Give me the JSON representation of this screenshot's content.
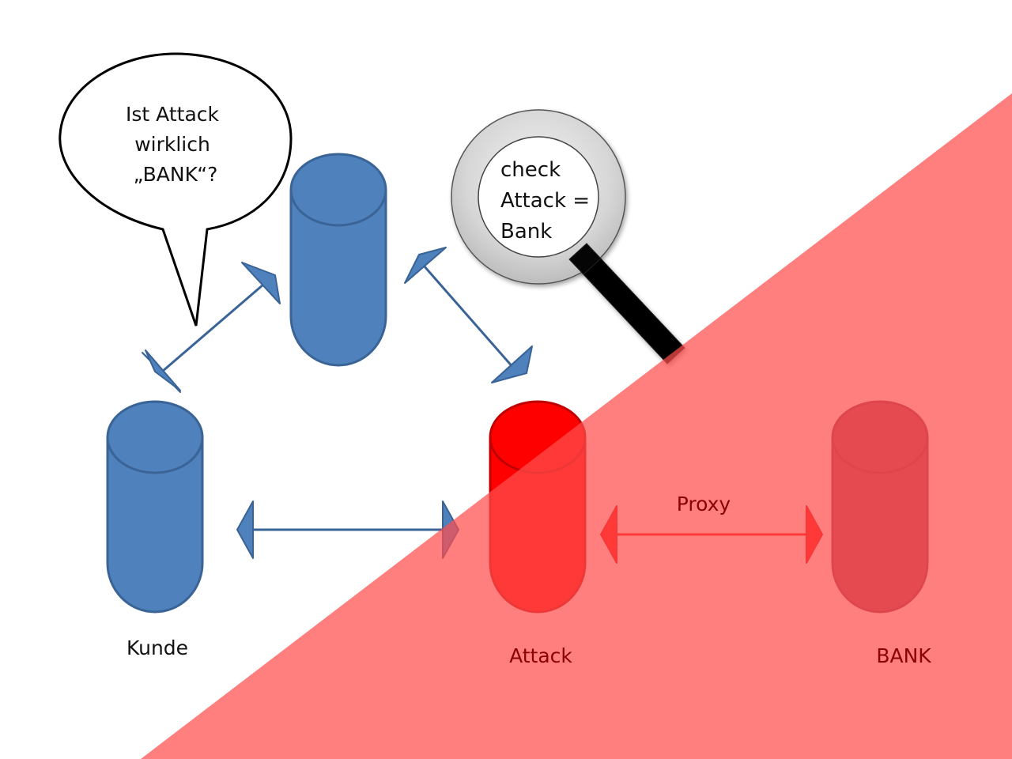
{
  "speech_bubble": {
    "lines": [
      "Ist Attack",
      "wirklich",
      "„BANK“?"
    ]
  },
  "magnifier": {
    "lines": [
      "check",
      "Attack =",
      "Bank"
    ]
  },
  "nodes": {
    "kunde": {
      "label": "Kunde",
      "fill": "#4f81bd",
      "stroke": "#3a6396",
      "label_color": "#111111"
    },
    "server": {
      "label": "",
      "fill": "#4f81bd",
      "stroke": "#3a6396"
    },
    "attack": {
      "label": "Attack",
      "fill": "#ff0000",
      "stroke": "#c00000",
      "label_color": "#8b0000"
    },
    "bank": {
      "label": "BANK",
      "fill": "#a3405a",
      "stroke": "#8e3048",
      "label_color": "#8b0000"
    }
  },
  "connections": {
    "kunde_server": {
      "from": "Kunde",
      "to": "server",
      "color": "#4f81bd"
    },
    "server_attack": {
      "from": "server",
      "to": "Attack",
      "color": "#4f81bd"
    },
    "kunde_attack": {
      "from": "Kunde",
      "to": "Attack",
      "color": "#4f81bd"
    },
    "attack_bank": {
      "from": "Attack",
      "to": "BANK",
      "label": "Proxy",
      "color": "#ff0000",
      "label_color": "#8b0000"
    }
  },
  "overlay": {
    "color": "#ff4d4d",
    "opacity": 0.72
  }
}
